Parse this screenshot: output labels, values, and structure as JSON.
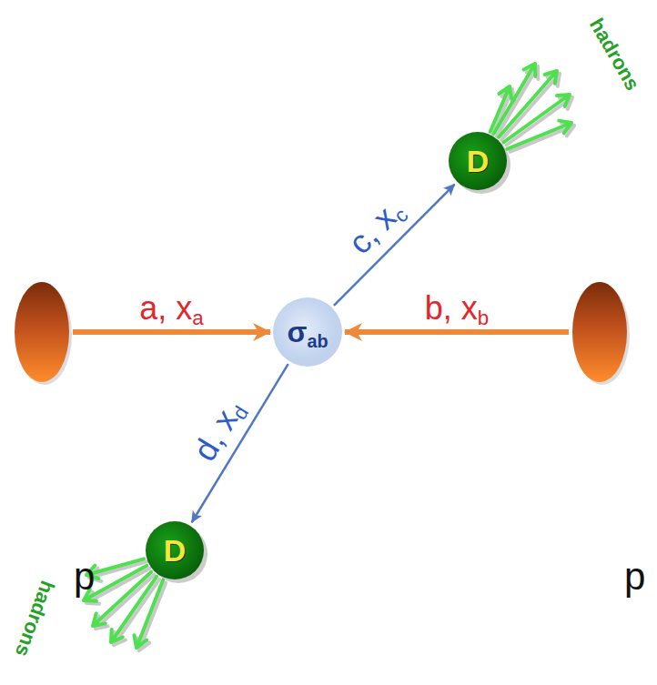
{
  "diagram": {
    "nodes": [
      {
        "text": [
          "p"
        ]
      },
      {
        "text": [
          "σab"
        ]
      },
      {
        "text": [
          "p"
        ]
      },
      {
        "text": [
          "D"
        ]
      },
      {
        "text": [
          "D"
        ]
      }
    ],
    "edges": [
      {
        "from": 0,
        "to": 1,
        "arrow": "to",
        "label": "a, xa"
      },
      {
        "from": 2,
        "to": 1,
        "arrow": "to",
        "label": "b, xb"
      },
      {
        "from": 1,
        "to": 3,
        "arrow": "to",
        "label": "c, xc"
      },
      {
        "from": 1,
        "to": 4,
        "arrow": "to",
        "label": "d, xd"
      }
    ],
    "labels": [
      "hadrons",
      "hadrons"
    ]
  }
}
